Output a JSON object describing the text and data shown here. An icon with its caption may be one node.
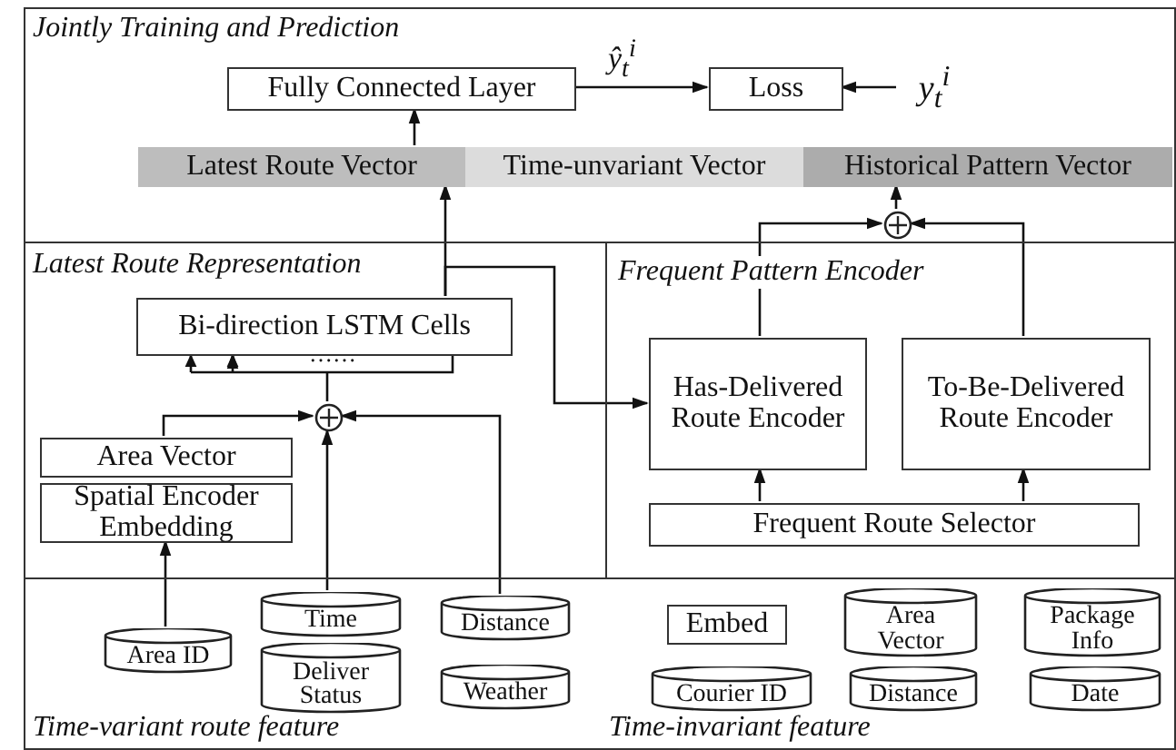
{
  "diagram": {
    "nodes": [
      {
        "text": [
          "Jointly Training and Prediction"
        ]
      },
      {
        "text": [
          "Fully Connected Layer"
        ],
        "in": 0
      },
      {
        "text": [
          "Loss"
        ],
        "in": 0
      },
      {
        "text": [
          "y$_{t}$$^{i}$"
        ],
        "in": 0
      },
      {
        "text": [
          "Latest Route Vector"
        ],
        "in": 0
      },
      {
        "text": [
          "Time-unvariant Vector"
        ],
        "in": 0
      },
      {
        "text": [
          "Historical Pattern Vector"
        ],
        "in": 0
      },
      {
        "text": [],
        "shape": "circle",
        "in": 0
      },
      {
        "text": [
          "Latest Route Representation"
        ]
      },
      {
        "text": [
          "Bi-direction LSTM Cells"
        ],
        "in": 8
      },
      {
        "text": [],
        "shape": "circle",
        "in": 8
      },
      {
        "text": [
          "Area Vector"
        ],
        "in": 8
      },
      {
        "text": [
          "Spatial Encoder Embedding"
        ],
        "in": 8
      },
      {
        "text": [
          "Frequent Pattern Encoder"
        ]
      },
      {
        "text": [
          "Has-Delivered Route Encoder"
        ],
        "in": 13
      },
      {
        "text": [
          "To-Be-Delivered Route Encoder"
        ],
        "in": 13
      },
      {
        "text": [
          "Frequent Route Selector"
        ],
        "in": 13
      },
      {
        "text": [
          "Time-variant route feature",
          "Time-invariant feature"
        ]
      },
      {
        "text": [
          "Area ID"
        ],
        "in": 17
      },
      {
        "text": [
          "Time"
        ],
        "in": 17
      },
      {
        "text": [
          "Deliver Status"
        ],
        "in": 17
      },
      {
        "text": [
          "Distance"
        ],
        "in": 17
      },
      {
        "text": [
          "Weather"
        ],
        "in": 17
      },
      {
        "text": [
          "Embed"
        ],
        "in": 17
      },
      {
        "text": [
          "Area Vector"
        ],
        "in": 17
      },
      {
        "text": [
          "Package Info"
        ],
        "in": 17
      },
      {
        "text": [
          "Courier ID"
        ],
        "in": 17
      },
      {
        "text": [
          "Distance"
        ],
        "in": 17
      },
      {
        "text": [
          "Date"
        ],
        "in": 17
      }
    ],
    "edges": [
      {
        "from": 1,
        "to": 2,
        "arrow": "to",
        "label": "ŷ$_{t}$$^{i}$"
      },
      {
        "from": 3,
        "to": 2,
        "arrow": "to"
      },
      {
        "from": 4,
        "to": 1,
        "arrow": "to"
      },
      {
        "from": 9,
        "to": 4,
        "arrow": "to"
      },
      {
        "from": 9,
        "to": 14,
        "arrow": "to"
      },
      {
        "from": 14,
        "to": 7,
        "arrow": "to"
      },
      {
        "from": 15,
        "to": 7,
        "arrow": "to"
      },
      {
        "from": 7,
        "to": 6,
        "arrow": "to"
      },
      {
        "from": 10,
        "to": 9,
        "arrow": "to"
      },
      {
        "from": 11,
        "to": 10,
        "arrow": "to"
      },
      {
        "from": 19,
        "to": 10,
        "arrow": "to"
      },
      {
        "from": 21,
        "to": 10,
        "arrow": "to"
      },
      {
        "from": 18,
        "to": 12,
        "arrow": "to"
      },
      {
        "from": 16,
        "to": 14,
        "arrow": "to"
      },
      {
        "from": 16,
        "to": 15,
        "arrow": "to"
      }
    ],
    "labels": [
      "……"
    ]
  }
}
